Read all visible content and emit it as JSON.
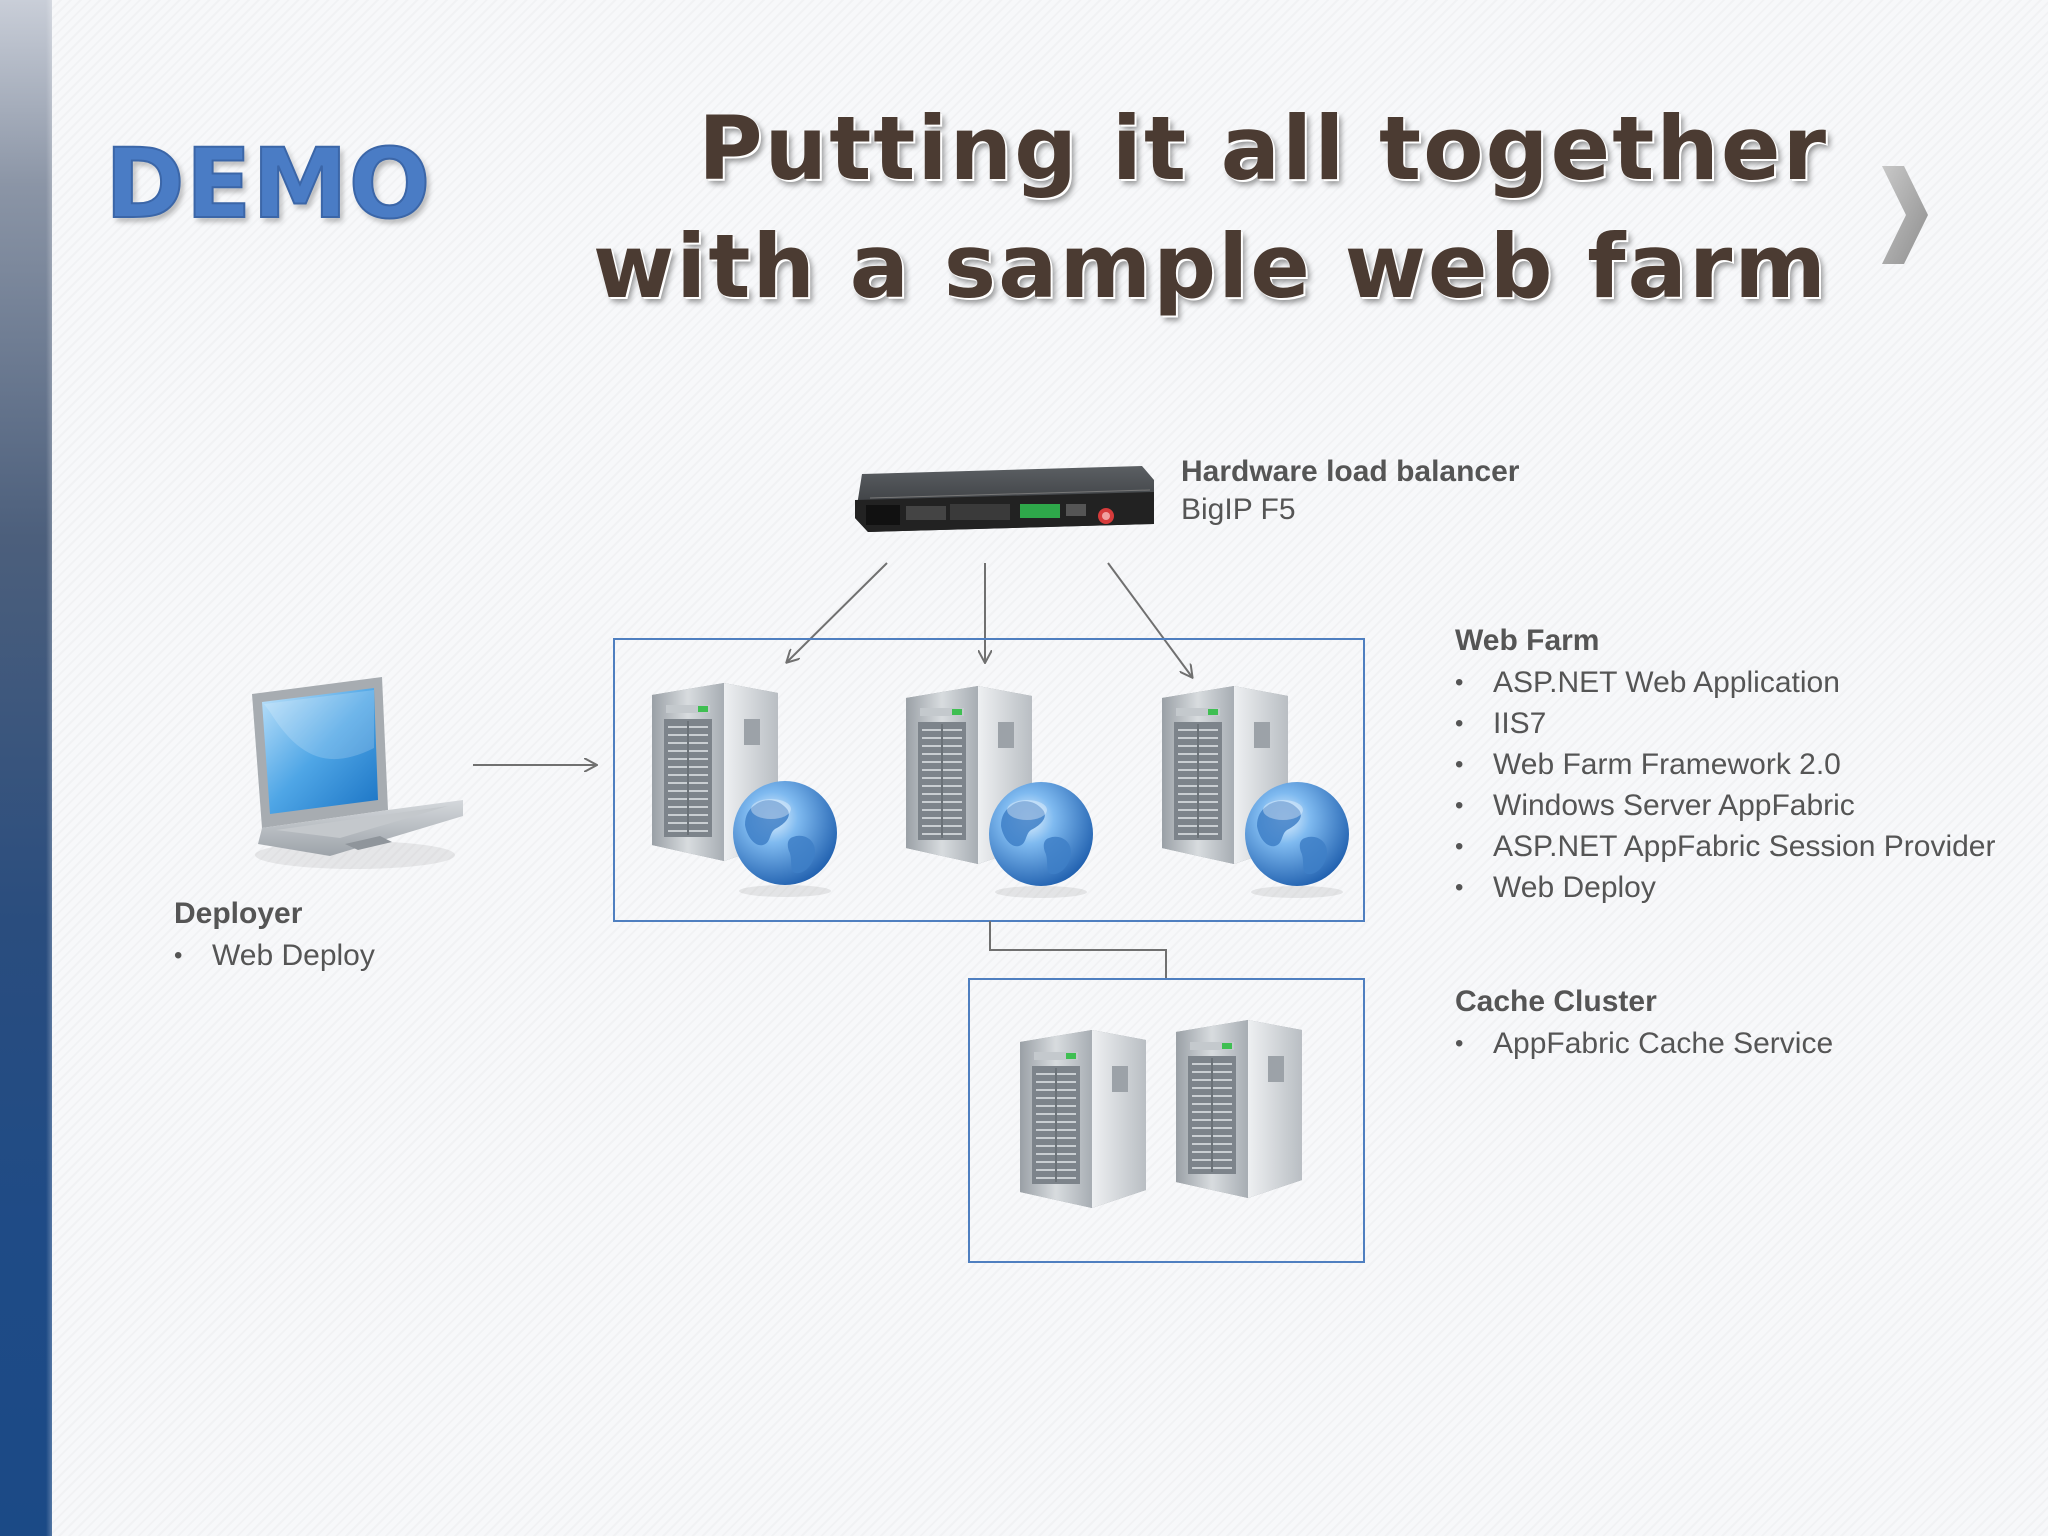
{
  "slide": {
    "demo_label": "DEMO",
    "title_line1": "Putting it all together",
    "title_line2": "with a sample web farm",
    "next_icon": "chevron-right-icon"
  },
  "load_balancer": {
    "heading": "Hardware load balancer",
    "subtitle": "BigIP F5",
    "icon": "load-balancer-appliance-icon"
  },
  "web_farm": {
    "heading": "Web Farm",
    "items": [
      "ASP.NET Web Application",
      "IIS7",
      "Web Farm Framework 2.0",
      "Windows Server AppFabric",
      "ASP.NET AppFabric Session Provider",
      "Web Deploy"
    ],
    "server_icon": "web-server-globe-icon"
  },
  "deployer": {
    "heading": "Deployer",
    "items": [
      "Web Deploy"
    ],
    "icon": "laptop-icon"
  },
  "cache_cluster": {
    "heading": "Cache Cluster",
    "items": [
      "AppFabric Cache Service"
    ],
    "server_icon": "server-tower-icon"
  },
  "colors": {
    "box_border": "#4f7fc0",
    "arrow": "#707070",
    "demo_blue": "#4a7cc5",
    "title_brown": "#4b3b32",
    "sidebar_blue": "#1f4b86"
  }
}
